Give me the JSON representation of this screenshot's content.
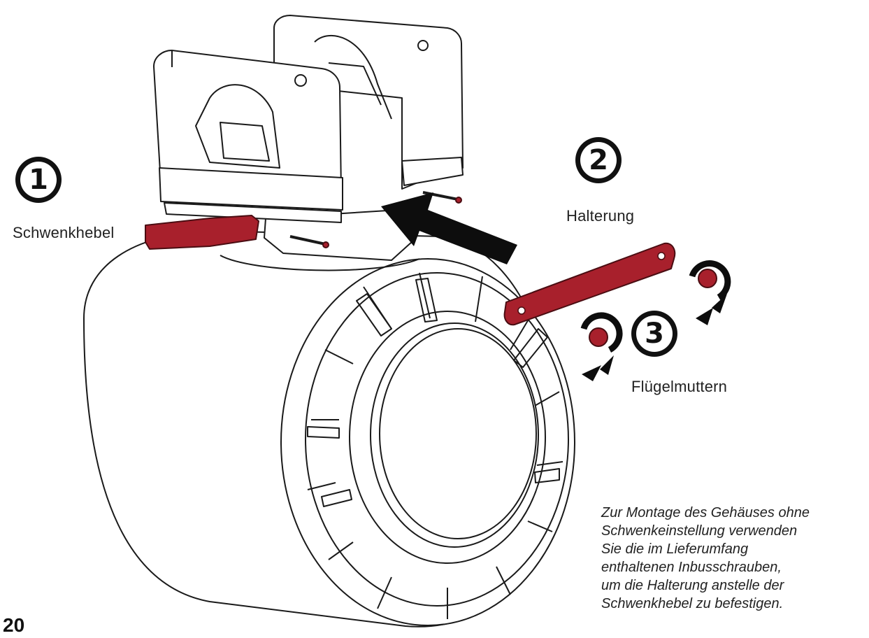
{
  "steps": [
    {
      "number": "1",
      "label": "Schwenkhebel"
    },
    {
      "number": "2",
      "label": "Halterung"
    },
    {
      "number": "3",
      "label": "Flügelmuttern"
    }
  ],
  "note_lines": [
    "Zur Montage des Gehäuses ohne",
    "Schwenkeinstellung verwenden",
    "Sie die im Lieferumfang",
    "enthaltenen Inbusschrauben,",
    "um die Halterung anstelle der",
    "Schwenkhebel zu befestigen."
  ],
  "page_number": "20",
  "colors": {
    "part_highlight": "#a8202c",
    "line": "#1a1a1a",
    "arrow": "#0d0d0d"
  },
  "icons": [
    "speaker-tower-illustration",
    "rotate-arrow-icon",
    "insert-arrow-icon"
  ]
}
